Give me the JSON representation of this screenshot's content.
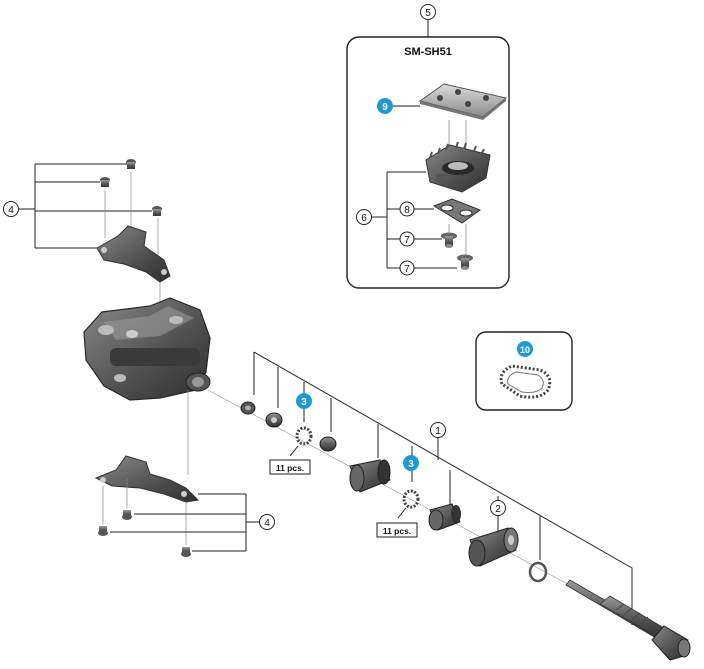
{
  "box_title": "SM-SH51",
  "callouts": {
    "c1": "1",
    "c2": "2",
    "c3a": "3",
    "c3b": "3",
    "c4a": "4",
    "c4b": "4",
    "c5": "5",
    "c6": "6",
    "c7a": "7",
    "c7b": "7",
    "c8": "8",
    "c9": "9",
    "c10": "10"
  },
  "qty_labels": {
    "q1": "11 pcs.",
    "q2": "11 pcs."
  },
  "colors": {
    "line": "#111111",
    "part_dark": "#3c3c3c",
    "part_mid": "#6a6a6a",
    "part_light": "#a9a9a9",
    "highlight_blue": "#1d9ad6",
    "paper": "#ffffff"
  }
}
